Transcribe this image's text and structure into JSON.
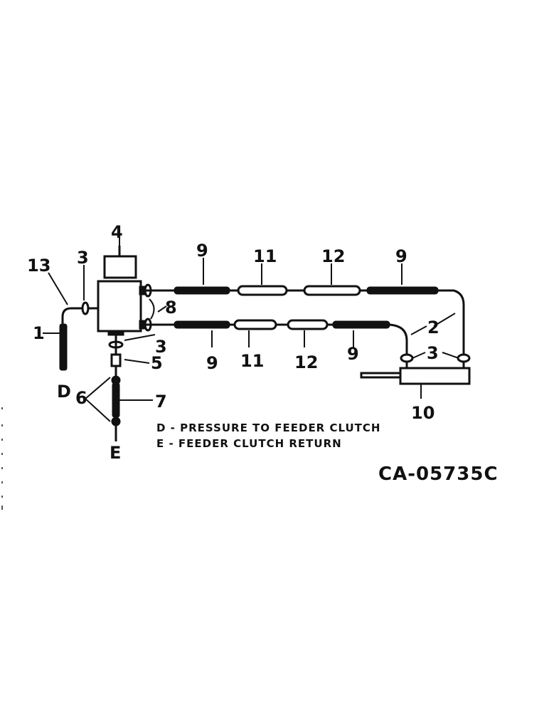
{
  "callouts": {
    "c1": "1",
    "c2": "2",
    "c3a": "3",
    "c3b": "3",
    "c3c": "3",
    "c4": "4",
    "c5": "5",
    "c6": "6",
    "c7": "7",
    "c8": "8",
    "c9a": "9",
    "c9b": "9",
    "c9c": "9",
    "c9d": "9",
    "c10": "10",
    "c11a": "11",
    "c11b": "11",
    "c12a": "12",
    "c12b": "12",
    "c13": "13",
    "cD": "D",
    "cE": "E"
  },
  "legend": {
    "d": "D - PRESSURE TO FEEDER CLUTCH",
    "e": "E - FEEDER CLUTCH RETURN"
  },
  "figure_id": "CA-05735C"
}
